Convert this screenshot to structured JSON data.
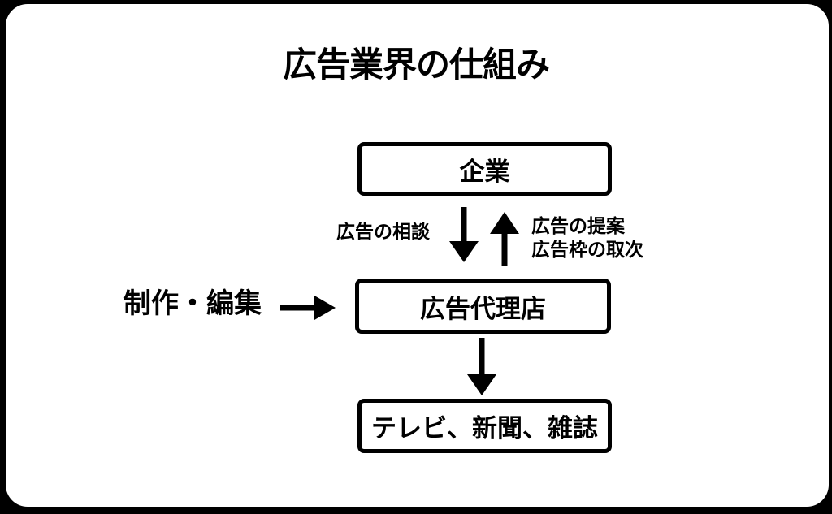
{
  "title": "広告業界の仕組み",
  "nodes": {
    "company": {
      "label": "企業"
    },
    "agency": {
      "label": "広告代理店"
    },
    "media": {
      "label": "テレビ、新聞、雑誌"
    }
  },
  "edge_labels": {
    "consultation": "広告の相談",
    "proposal_line1": "広告の提案",
    "proposal_line2": "広告枠の取次",
    "production": "制作・編集"
  },
  "edges": [
    {
      "from": "company",
      "to": "agency",
      "label": "広告の相談",
      "direction": "down"
    },
    {
      "from": "agency",
      "to": "company",
      "label": "広告の提案 / 広告枠の取次",
      "direction": "up"
    },
    {
      "from": "agency",
      "to": "media",
      "label": "",
      "direction": "down"
    },
    {
      "from": "production",
      "to": "agency",
      "label": "制作・編集",
      "direction": "right"
    }
  ],
  "colors": {
    "page_background": "#000000",
    "card_background": "#ffffff",
    "stroke": "#000000",
    "text": "#000000"
  }
}
